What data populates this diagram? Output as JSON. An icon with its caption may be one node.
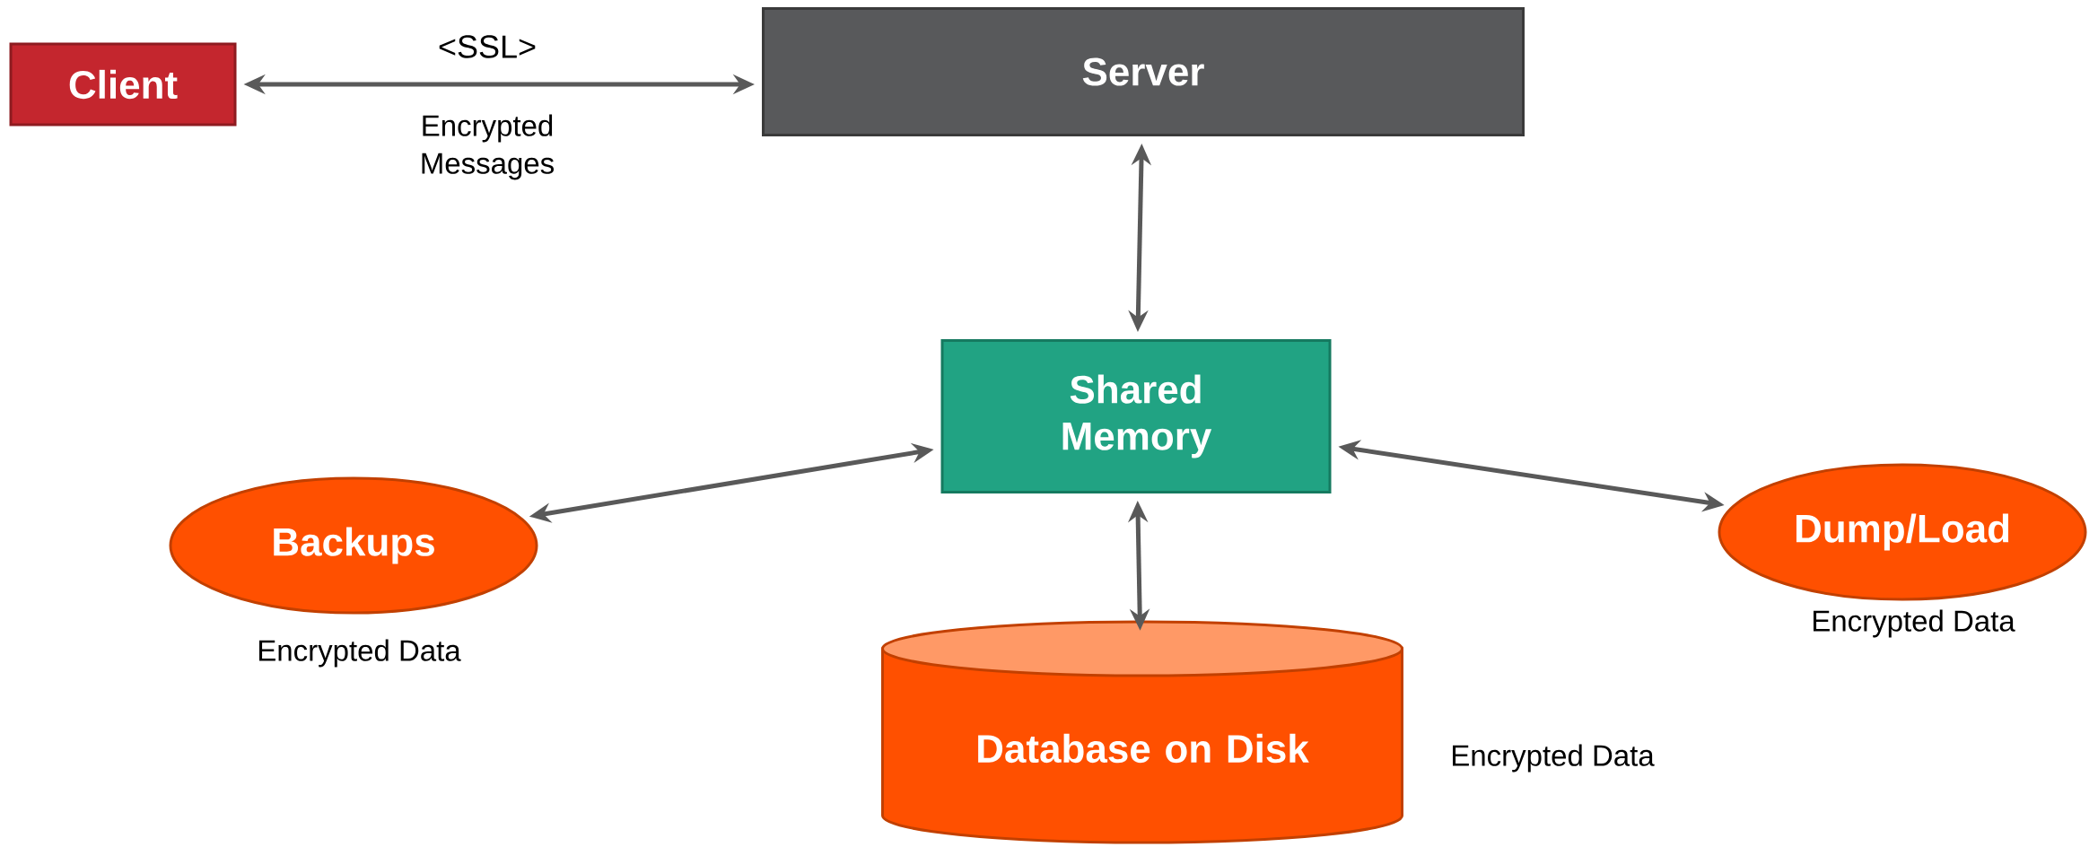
{
  "diagram": {
    "nodes": [
      {
        "text": [
          "Client"
        ]
      },
      {
        "text": [
          "Server"
        ]
      },
      {
        "text": [
          "Shared Memory"
        ]
      },
      {
        "text": [
          "Backups"
        ],
        "beside": [
          "Encrypted Data"
        ]
      },
      {
        "text": [
          "Dump/Load"
        ],
        "beside": [
          "Encrypted Data"
        ]
      },
      {
        "text": [
          "Database on Disk"
        ],
        "beside": [
          "Encrypted Data"
        ]
      }
    ],
    "edges": [
      {
        "from": 0,
        "to": 1,
        "arrow": "both",
        "label": "<SSL>"
      },
      {
        "from": 1,
        "to": 2,
        "arrow": "both"
      },
      {
        "from": 2,
        "to": 3,
        "arrow": "both"
      },
      {
        "from": 2,
        "to": 4,
        "arrow": "both"
      },
      {
        "from": 2,
        "to": 5,
        "arrow": "both"
      }
    ],
    "labels": [
      "Encrypted Messages"
    ]
  }
}
